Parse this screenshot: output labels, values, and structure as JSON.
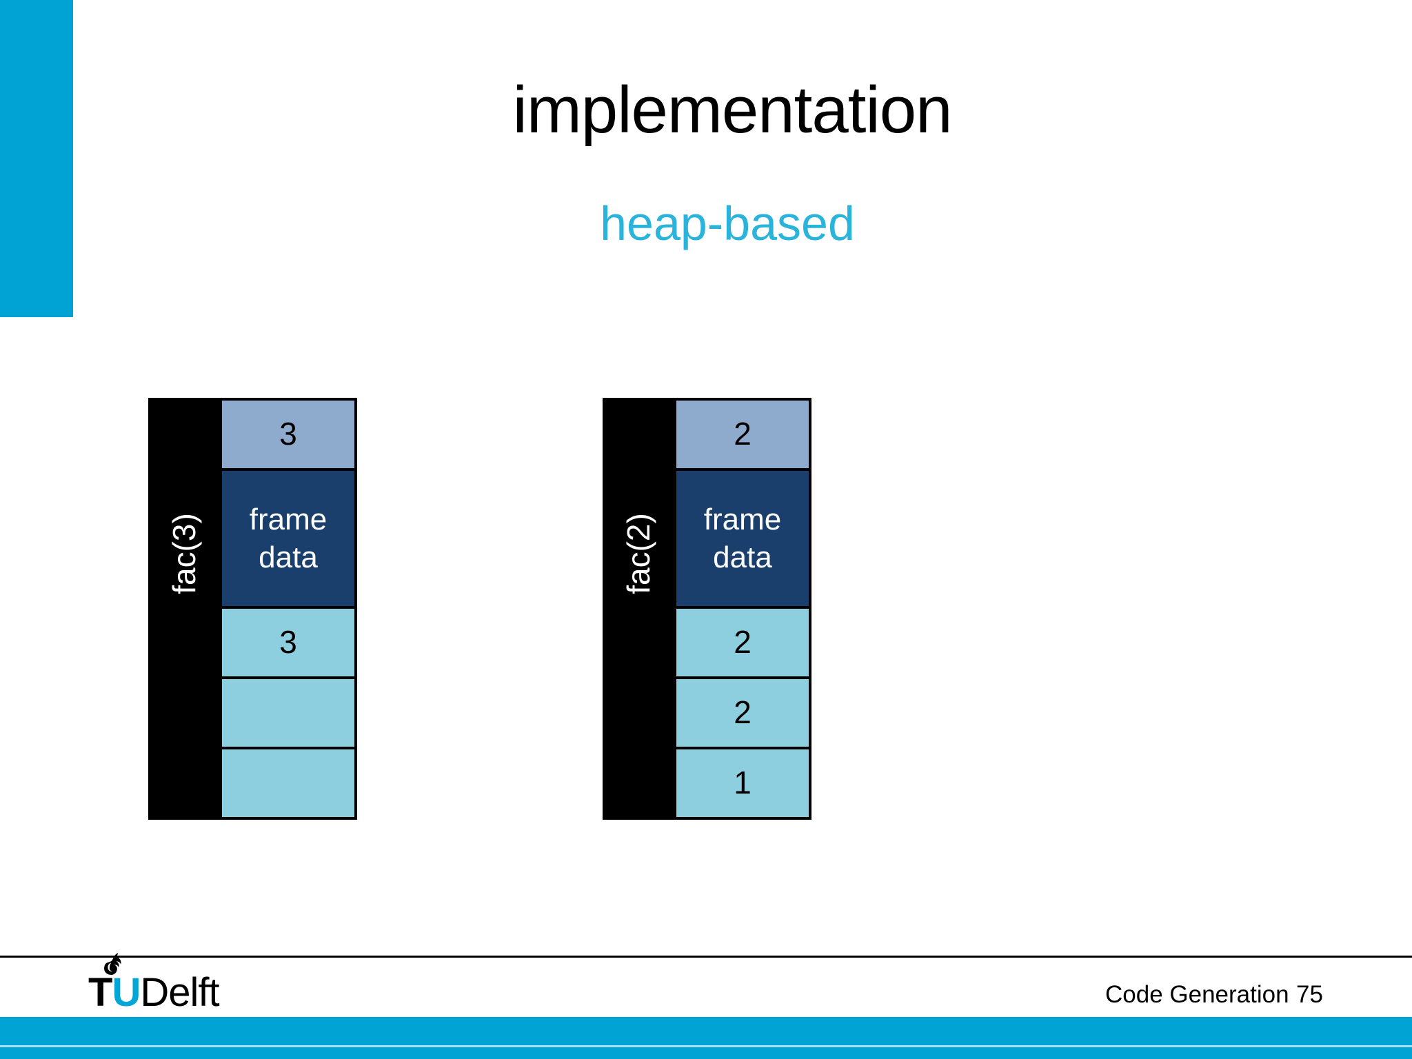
{
  "slide": {
    "title": "implementation",
    "subtitle": "heap-based",
    "colors": {
      "brand_cyan": "#00A3D4",
      "subtitle_cyan": "#2AB4DC",
      "cell_param_blue": "#8EABCE",
      "cell_frame_navy": "#1A3F6C",
      "cell_value_lightblue": "#8DCEDF",
      "bar_black": "#000000",
      "footer_band_stripe": "#A7E2F0",
      "logo_u_cyan": "#00A6D6"
    },
    "diagrams": [
      {
        "label": "fac(3)",
        "rows": [
          {
            "kind": "param",
            "text": "3"
          },
          {
            "kind": "frame",
            "lines": [
              "frame",
              "data"
            ]
          },
          {
            "kind": "value",
            "text": "3"
          },
          {
            "kind": "value",
            "text": ""
          },
          {
            "kind": "value",
            "text": ""
          }
        ]
      },
      {
        "label": "fac(2)",
        "rows": [
          {
            "kind": "param",
            "text": "2"
          },
          {
            "kind": "frame",
            "lines": [
              "frame",
              "data"
            ]
          },
          {
            "kind": "value",
            "text": "2"
          },
          {
            "kind": "value",
            "text": "2"
          },
          {
            "kind": "value",
            "text": "1"
          }
        ]
      }
    ],
    "footer": {
      "course": "Code Generation",
      "page": "75",
      "logo": {
        "t": "T",
        "u": "U",
        "rest": "Delft"
      }
    }
  }
}
